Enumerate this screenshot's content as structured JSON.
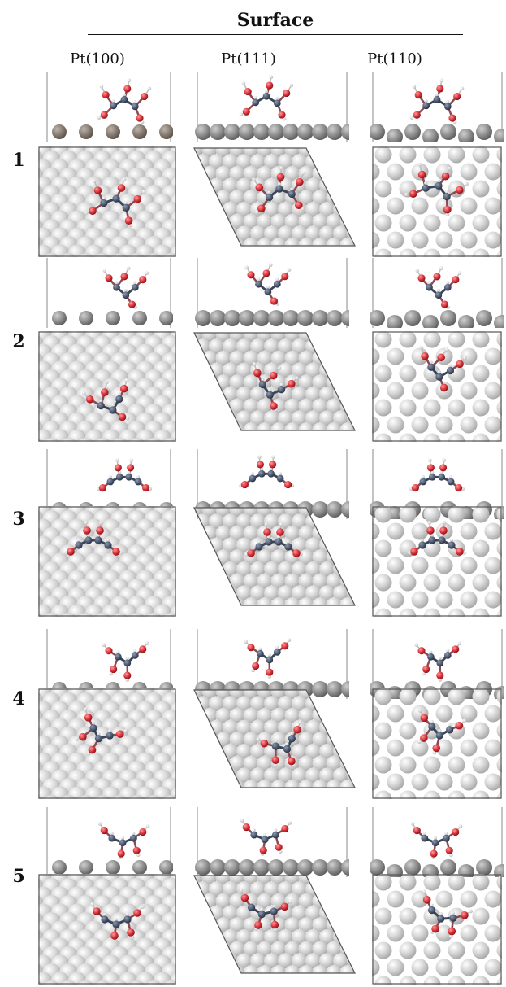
{
  "header": {
    "title": "Surface"
  },
  "columns": [
    {
      "label": "Pt(100)"
    },
    {
      "label": "Pt(111)"
    },
    {
      "label": "Pt(110)"
    }
  ],
  "rows": [
    {
      "label": "1"
    },
    {
      "label": "2"
    },
    {
      "label": "3"
    },
    {
      "label": "4"
    },
    {
      "label": "5"
    }
  ],
  "colors": {
    "pt_atom": "#c8c8c8",
    "pt_atom_side": "#8e8e8e",
    "pt_100_side": "#8b8178",
    "carbon": "#4d5a70",
    "oxygen": "#d8323a",
    "hydrogen": "#ffffff",
    "cell_border": "#555555"
  }
}
